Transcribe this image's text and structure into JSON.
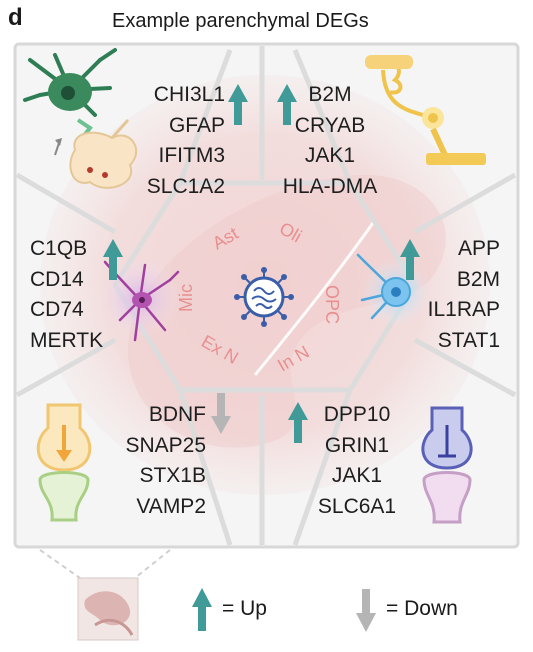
{
  "panel_label": "d",
  "title": "Example parenchymal DEGs",
  "colors": {
    "up_arrow": "#3f9a98",
    "down_arrow": "#b5b5b5",
    "hex_border": "#d6d6d6",
    "panel_fill": "#f3f4f3",
    "center_labels": "#e88f8f"
  },
  "center": {
    "icon": "virus-icon",
    "cell_types": [
      "Ast",
      "Oli",
      "OPC",
      "In N",
      "Ex N",
      "Mic"
    ]
  },
  "cells": [
    {
      "id": "astrocyte",
      "icon": "astrocyte-icon",
      "direction": "up",
      "genes": [
        "CHI3L1",
        "GFAP",
        "IFITM3",
        "SLC1A2"
      ]
    },
    {
      "id": "oligodendrocyte",
      "icon": "oligodendrocyte-icon",
      "direction": "up",
      "genes": [
        "B2M",
        "CRYAB",
        "JAK1",
        "HLA-DMA"
      ]
    },
    {
      "id": "microglia",
      "icon": "microglia-icon",
      "direction": "up",
      "genes": [
        "C1QB",
        "CD14",
        "CD74",
        "MERTK"
      ]
    },
    {
      "id": "opc",
      "icon": "opc-icon",
      "direction": "up",
      "genes": [
        "APP",
        "B2M",
        "IL1RAP",
        "STAT1"
      ]
    },
    {
      "id": "excitatory-neuron",
      "icon": "excitatory-synapse-icon",
      "direction": "down",
      "genes": [
        "BDNF",
        "SNAP25",
        "STX1B",
        "VAMP2"
      ]
    },
    {
      "id": "inhibitory-neuron",
      "icon": "inhibitory-synapse-icon",
      "direction": "up",
      "genes": [
        "DPP10",
        "GRIN1",
        "JAK1",
        "SLC6A1"
      ]
    }
  ],
  "legend": {
    "up_label": "= Up",
    "down_label": "= Down",
    "tissue_icon": "brain-tissue-icon"
  }
}
